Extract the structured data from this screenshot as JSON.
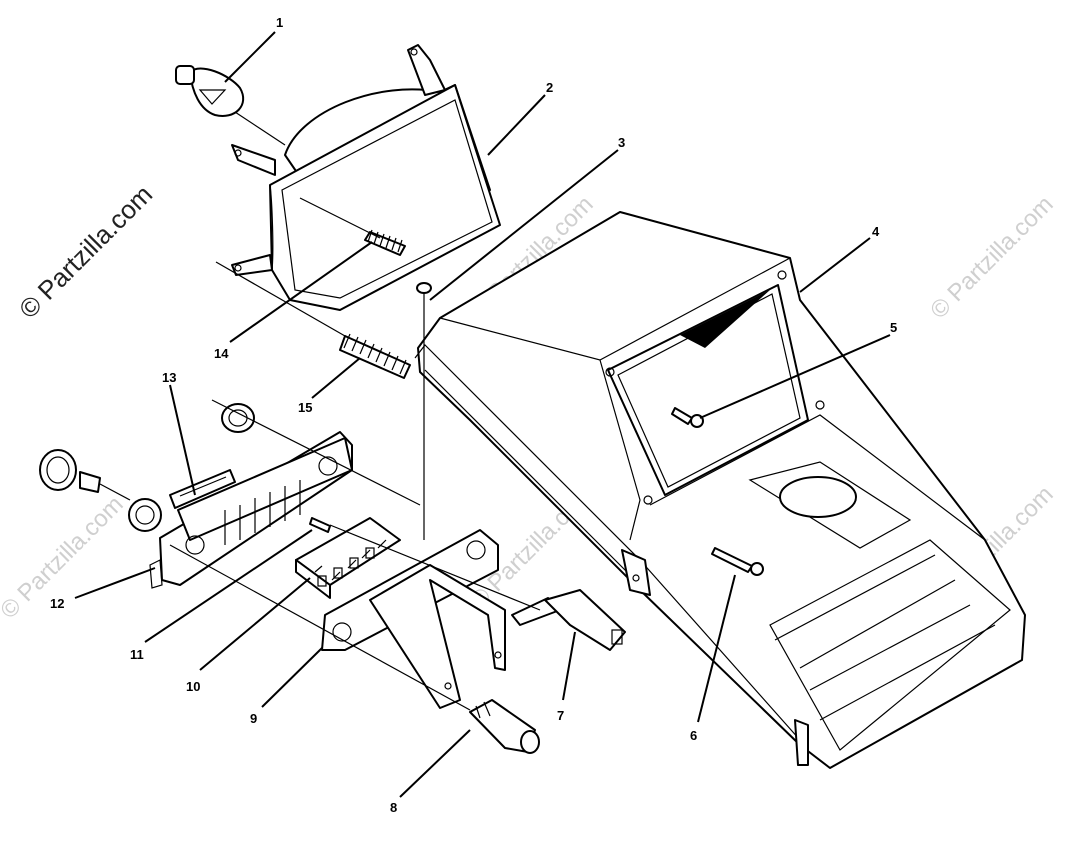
{
  "watermark": {
    "main": "© Partzilla.com",
    "faint": "© Partzilla.com"
  },
  "callouts": [
    {
      "id": 1,
      "label": "1"
    },
    {
      "id": 2,
      "label": "2"
    },
    {
      "id": 3,
      "label": "3"
    },
    {
      "id": 4,
      "label": "4"
    },
    {
      "id": 5,
      "label": "5"
    },
    {
      "id": 6,
      "label": "6"
    },
    {
      "id": 7,
      "label": "7"
    },
    {
      "id": 8,
      "label": "8"
    },
    {
      "id": 9,
      "label": "9"
    },
    {
      "id": 10,
      "label": "10"
    },
    {
      "id": 11,
      "label": "11"
    },
    {
      "id": 12,
      "label": "12"
    },
    {
      "id": 13,
      "label": "13"
    },
    {
      "id": 14,
      "label": "14"
    },
    {
      "id": 15,
      "label": "15"
    }
  ]
}
